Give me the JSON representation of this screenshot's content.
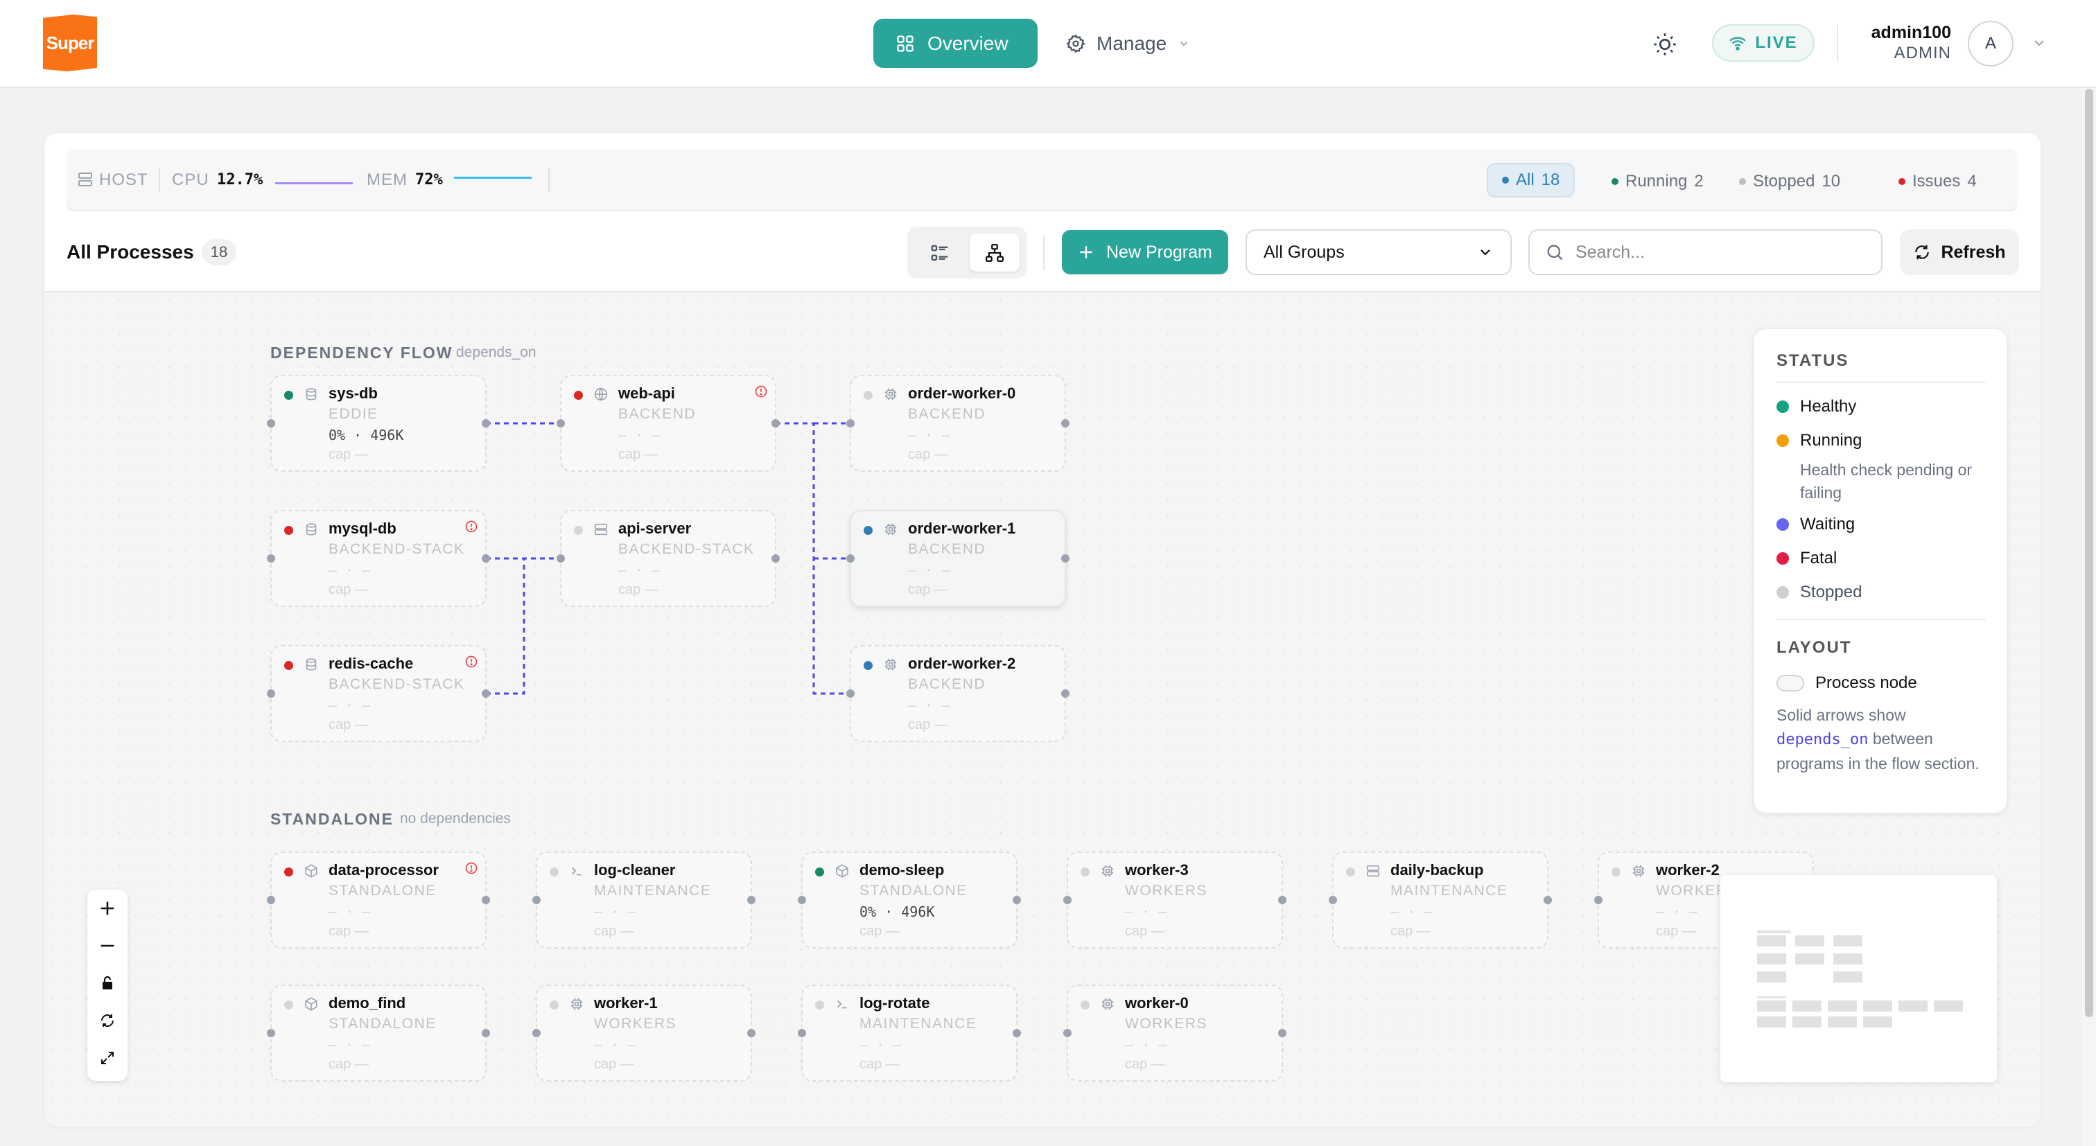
{
  "header": {
    "logo_text": "Super",
    "nav": {
      "overview": "Overview",
      "manage": "Manage"
    },
    "live": "LIVE",
    "user": {
      "name": "admin100",
      "role": "ADMIN",
      "avatar": "A"
    }
  },
  "statusbar": {
    "host_label": "HOST",
    "cpu_label": "CPU",
    "cpu_value": "12.7%",
    "cpu_fill": 1.0,
    "mem_label": "MEM",
    "mem_value": "72%",
    "mem_fill": 1.0,
    "filters": [
      {
        "label": "All",
        "count": "18",
        "color": "#2f7fb5"
      },
      {
        "label": "Running",
        "count": "2",
        "color": "#168a6b"
      },
      {
        "label": "Stopped",
        "count": "10",
        "color": "#bdbdbd"
      },
      {
        "label": "Issues",
        "count": "4",
        "color": "#dc2626"
      }
    ]
  },
  "toolbar": {
    "title": "All Processes",
    "count": "18",
    "new_program": "New Program",
    "group_select": "All Groups",
    "search_placeholder": "Search...",
    "refresh": "Refresh"
  },
  "flow": {
    "title": "DEPENDENCY FLOW",
    "subtitle": "depends_on",
    "nodes": [
      {
        "name": "sys-db",
        "group": "EDDIE",
        "stats": "0% · 496K",
        "cap": "cap —",
        "status": "green",
        "icon": "database-icon",
        "alert": false
      },
      {
        "name": "web-api",
        "group": "BACKEND",
        "stats": "— · —",
        "cap": "cap —",
        "status": "red",
        "icon": "globe-icon",
        "alert": true
      },
      {
        "name": "order-worker-0",
        "group": "BACKEND",
        "stats": "— · —",
        "cap": "cap —",
        "status": "grey",
        "icon": "cpu-icon",
        "alert": false
      },
      {
        "name": "mysql-db",
        "group": "BACKEND-STACK",
        "stats": "— · —",
        "cap": "cap —",
        "status": "red",
        "icon": "database-icon",
        "alert": true
      },
      {
        "name": "api-server",
        "group": "BACKEND-STACK",
        "stats": "— · —",
        "cap": "cap —",
        "status": "grey",
        "icon": "server-icon",
        "alert": false
      },
      {
        "name": "order-worker-1",
        "group": "BACKEND",
        "stats": "— · —",
        "cap": "cap —",
        "status": "blue",
        "icon": "cpu-icon",
        "alert": false
      },
      {
        "name": "redis-cache",
        "group": "BACKEND-STACK",
        "stats": "— · —",
        "cap": "cap —",
        "status": "red",
        "icon": "database-icon",
        "alert": true
      },
      {
        "name": "order-worker-2",
        "group": "BACKEND",
        "stats": "— · —",
        "cap": "cap —",
        "status": "blue",
        "icon": "cpu-icon",
        "alert": false
      }
    ]
  },
  "standalone": {
    "title": "STANDALONE",
    "subtitle": "no dependencies",
    "nodes": [
      {
        "name": "data-processor",
        "group": "STANDALONE",
        "stats": "— · —",
        "cap": "cap —",
        "status": "red",
        "icon": "cube-icon",
        "alert": true
      },
      {
        "name": "log-cleaner",
        "group": "MAINTENANCE",
        "stats": "— · —",
        "cap": "cap —",
        "status": "grey",
        "icon": "terminal-icon",
        "alert": false
      },
      {
        "name": "demo-sleep",
        "group": "STANDALONE",
        "stats": "0% · 496K",
        "cap": "cap —",
        "status": "green",
        "icon": "cube-icon",
        "alert": false
      },
      {
        "name": "worker-3",
        "group": "WORKERS",
        "stats": "— · —",
        "cap": "cap —",
        "status": "grey",
        "icon": "cpu-icon",
        "alert": false
      },
      {
        "name": "daily-backup",
        "group": "MAINTENANCE",
        "stats": "— · —",
        "cap": "cap —",
        "status": "grey",
        "icon": "server-icon",
        "alert": false
      },
      {
        "name": "worker-2",
        "group": "WORKERS",
        "stats": "— · —",
        "cap": "cap —",
        "status": "grey",
        "icon": "cpu-icon",
        "alert": false
      },
      {
        "name": "demo_find",
        "group": "STANDALONE",
        "stats": "— · —",
        "cap": "cap —",
        "status": "grey",
        "icon": "cube-icon",
        "alert": false
      },
      {
        "name": "worker-1",
        "group": "WORKERS",
        "stats": "— · —",
        "cap": "cap —",
        "status": "grey",
        "icon": "cpu-icon",
        "alert": false
      },
      {
        "name": "log-rotate",
        "group": "MAINTENANCE",
        "stats": "— · —",
        "cap": "cap —",
        "status": "grey",
        "icon": "terminal-icon",
        "alert": false
      },
      {
        "name": "worker-0",
        "group": "WORKERS",
        "stats": "— · —",
        "cap": "cap —",
        "status": "grey",
        "icon": "cpu-icon",
        "alert": false
      }
    ]
  },
  "legend": {
    "status_title": "STATUS",
    "items": [
      {
        "label": "Healthy",
        "color": "#16a37f"
      },
      {
        "label": "Running",
        "color": "#f59e0b"
      },
      {
        "label": "Waiting",
        "color": "#6366f1"
      },
      {
        "label": "Fatal",
        "color": "#e11d48"
      },
      {
        "label": "Stopped",
        "color": "#cfcfcf"
      }
    ],
    "running_note": "Health check pending or failing",
    "layout_title": "LAYOUT",
    "process_node": "Process node",
    "desc_pre": "Solid arrows show",
    "desc_code": "depends_on",
    "desc_post": "between programs in the flow section."
  },
  "colors": {
    "accent": "#2aa59a",
    "green": "#168a6b",
    "red": "#dc2626",
    "blue": "#2f7fb5",
    "grey": "#d6d6d6",
    "edge": "#4f46e5"
  }
}
